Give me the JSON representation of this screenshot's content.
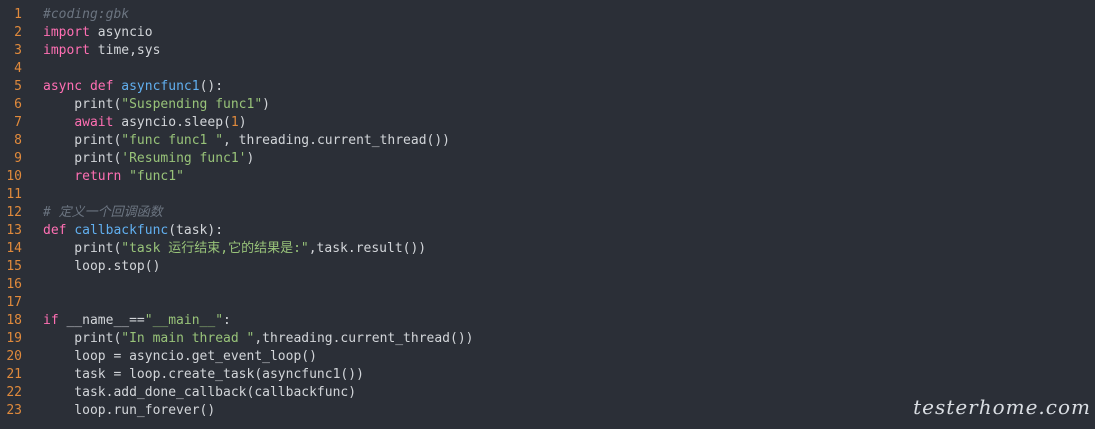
{
  "watermark": "testerhome.com",
  "lines": [
    {
      "n": "1",
      "tokens": [
        {
          "t": "#coding:gbk",
          "c": "cmt"
        }
      ]
    },
    {
      "n": "2",
      "tokens": [
        {
          "t": "import",
          "c": "kw2"
        },
        {
          "t": " asyncio",
          "c": ""
        }
      ]
    },
    {
      "n": "3",
      "tokens": [
        {
          "t": "import",
          "c": "kw2"
        },
        {
          "t": " time,sys",
          "c": ""
        }
      ]
    },
    {
      "n": "4",
      "tokens": []
    },
    {
      "n": "5",
      "tokens": [
        {
          "t": "async def ",
          "c": "kw2"
        },
        {
          "t": "asyncfunc1",
          "c": "fn"
        },
        {
          "t": "():",
          "c": ""
        }
      ]
    },
    {
      "n": "6",
      "tokens": [
        {
          "t": "    print(",
          "c": ""
        },
        {
          "t": "\"Suspending func1\"",
          "c": "str"
        },
        {
          "t": ")",
          "c": ""
        }
      ]
    },
    {
      "n": "7",
      "tokens": [
        {
          "t": "    ",
          "c": ""
        },
        {
          "t": "await",
          "c": "kw2"
        },
        {
          "t": " asyncio.sleep(",
          "c": ""
        },
        {
          "t": "1",
          "c": "num"
        },
        {
          "t": ")",
          "c": ""
        }
      ]
    },
    {
      "n": "8",
      "tokens": [
        {
          "t": "    print(",
          "c": ""
        },
        {
          "t": "\"func func1 \"",
          "c": "str"
        },
        {
          "t": ", threading.current_thread())",
          "c": ""
        }
      ]
    },
    {
      "n": "9",
      "tokens": [
        {
          "t": "    print(",
          "c": ""
        },
        {
          "t": "'Resuming func1'",
          "c": "str"
        },
        {
          "t": ")",
          "c": ""
        }
      ]
    },
    {
      "n": "10",
      "tokens": [
        {
          "t": "    ",
          "c": ""
        },
        {
          "t": "return",
          "c": "kw2"
        },
        {
          "t": " ",
          "c": ""
        },
        {
          "t": "\"func1\"",
          "c": "str"
        }
      ]
    },
    {
      "n": "11",
      "tokens": []
    },
    {
      "n": "12",
      "tokens": [
        {
          "t": "# 定义一个回调函数",
          "c": "cmt"
        }
      ]
    },
    {
      "n": "13",
      "tokens": [
        {
          "t": "def ",
          "c": "kw2"
        },
        {
          "t": "callbackfunc",
          "c": "fn"
        },
        {
          "t": "(task):",
          "c": ""
        }
      ]
    },
    {
      "n": "14",
      "tokens": [
        {
          "t": "    print(",
          "c": ""
        },
        {
          "t": "\"task 运行结束,它的结果是:\"",
          "c": "str"
        },
        {
          "t": ",task.result())",
          "c": ""
        }
      ]
    },
    {
      "n": "15",
      "tokens": [
        {
          "t": "    loop.stop()",
          "c": ""
        }
      ]
    },
    {
      "n": "16",
      "tokens": []
    },
    {
      "n": "17",
      "tokens": []
    },
    {
      "n": "18",
      "tokens": [
        {
          "t": "if",
          "c": "kw2"
        },
        {
          "t": " __name__==",
          "c": ""
        },
        {
          "t": "\"__main__\"",
          "c": "str"
        },
        {
          "t": ":",
          "c": ""
        }
      ]
    },
    {
      "n": "19",
      "tokens": [
        {
          "t": "    print(",
          "c": ""
        },
        {
          "t": "\"In main thread \"",
          "c": "str"
        },
        {
          "t": ",threading.current_thread())",
          "c": ""
        }
      ]
    },
    {
      "n": "20",
      "tokens": [
        {
          "t": "    loop = asyncio.get_event_loop()",
          "c": ""
        }
      ]
    },
    {
      "n": "21",
      "tokens": [
        {
          "t": "    task = loop.create_task(asyncfunc1())",
          "c": ""
        }
      ]
    },
    {
      "n": "22",
      "tokens": [
        {
          "t": "    task.add_done_callback(callbackfunc)",
          "c": ""
        }
      ]
    },
    {
      "n": "23",
      "tokens": [
        {
          "t": "    loop.run_forever()",
          "c": ""
        }
      ]
    }
  ]
}
